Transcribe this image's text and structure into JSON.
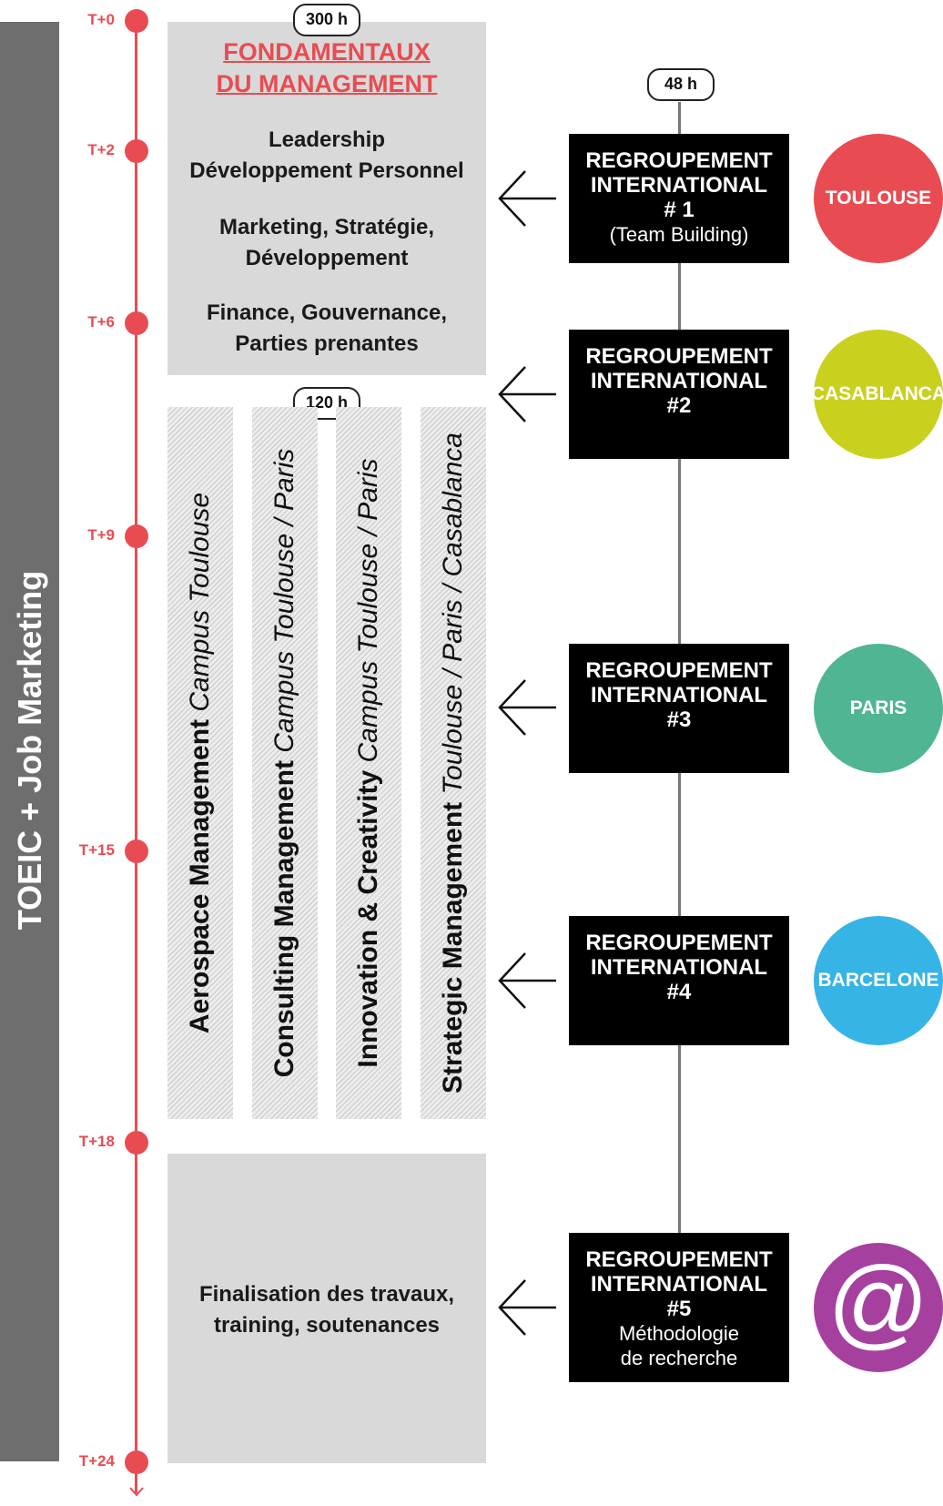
{
  "side": {
    "label": "TOEIC + Job Marketing"
  },
  "timeline": [
    "T+0",
    "T+2",
    "T+6",
    "T+9",
    "T+15",
    "T+18",
    "T+24"
  ],
  "fondamentaux": {
    "hours": "300 h",
    "title_line1": "FONDAMENTAUX",
    "title_line2": "DU MANAGEMENT",
    "item1_line1": "Leadership",
    "item1_line2": "Développement Personnel",
    "item2_line1": "Marketing, Stratégie,",
    "item2_line2": "Développement",
    "item3_line1": "Finance, Gouvernance,",
    "item3_line2": "Parties prenantes"
  },
  "specialisations": {
    "hours": "120 h",
    "items": [
      {
        "program": "Aerospace Management",
        "campus": "Campus Toulouse"
      },
      {
        "program": "Consulting Management",
        "campus": "Campus Toulouse / Paris"
      },
      {
        "program": "Innovation & Creativity",
        "campus": "Campus Toulouse / Paris"
      },
      {
        "program": "Strategic Management",
        "campus": "Toulouse / Paris / Casablanca"
      }
    ]
  },
  "finalisation": {
    "line1": "Finalisation des travaux,",
    "line2": "training, soutenances"
  },
  "regroupement": {
    "hours": "48 h",
    "items": [
      {
        "line1": "REGROUPEMENT",
        "line2": "INTERNATIONAL",
        "number": "# 1",
        "sub1": "(Team Building)",
        "sub2": "",
        "city": "TOULOUSE",
        "color": "#e84c52"
      },
      {
        "line1": "REGROUPEMENT",
        "line2": "INTERNATIONAL",
        "number": "#2",
        "sub1": "",
        "sub2": "",
        "city": "CASABLANCA",
        "color": "#c9d11e"
      },
      {
        "line1": "REGROUPEMENT",
        "line2": "INTERNATIONAL",
        "number": "#3",
        "sub1": "",
        "sub2": "",
        "city": "PARIS",
        "color": "#4fb592"
      },
      {
        "line1": "REGROUPEMENT",
        "line2": "INTERNATIONAL",
        "number": "#4",
        "sub1": "",
        "sub2": "",
        "city": "BARCELONE",
        "color": "#37b4e6"
      },
      {
        "line1": "REGROUPEMENT",
        "line2": "INTERNATIONAL",
        "number": "#5",
        "sub1": "Méthodologie",
        "sub2": "de recherche",
        "city": "@",
        "color": "#a6409e"
      }
    ]
  }
}
